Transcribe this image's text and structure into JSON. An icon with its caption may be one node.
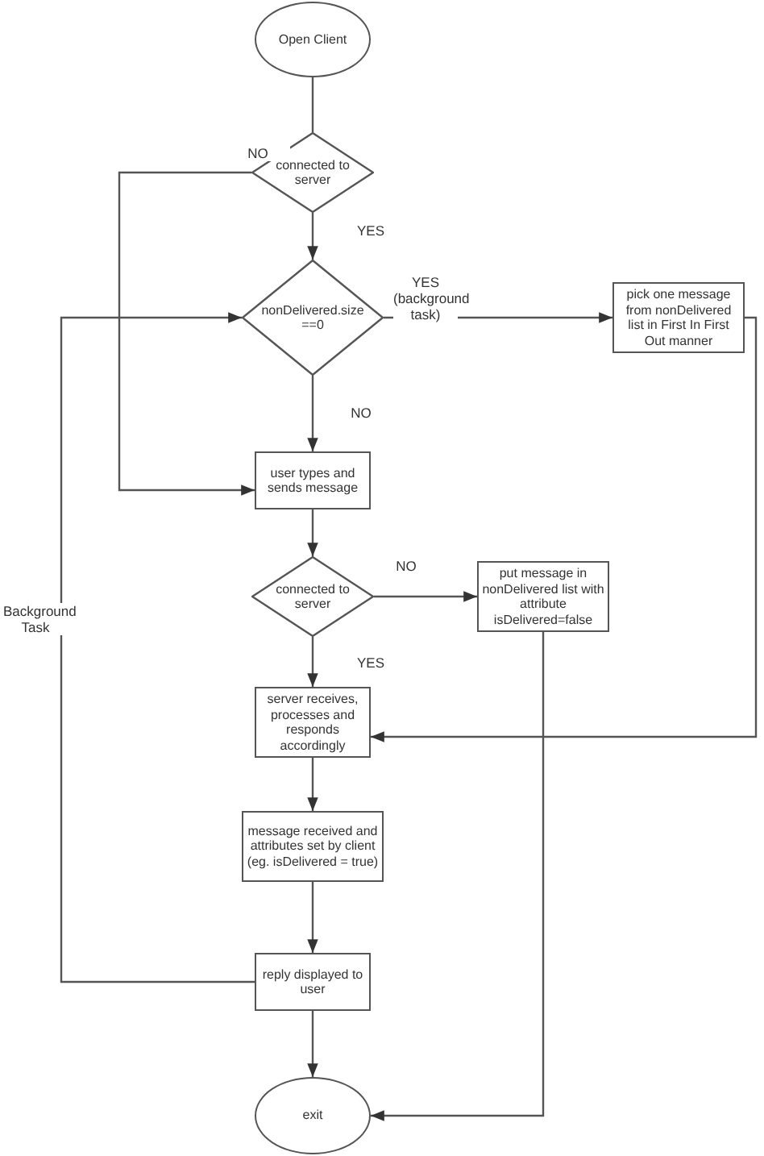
{
  "diagram": {
    "nodes": [
      {
        "text": [
          "Open Client"
        ]
      },
      {
        "text": [
          "connected to server"
        ]
      },
      {
        "text": [
          "nonDelivered.size ==0"
        ]
      },
      {
        "text": [
          "pick one message from nonDelivered list in First In First Out manner"
        ]
      },
      {
        "text": [
          "user types and sends message"
        ]
      },
      {
        "text": [
          "connected to server"
        ]
      },
      {
        "text": [
          "put message in nonDelivered list with attribute isDelivered=false"
        ]
      },
      {
        "text": [
          "server receives, processes and responds accordingly"
        ]
      },
      {
        "text": [
          "message received and attributes set by client (eg. isDelivered = true)"
        ]
      },
      {
        "text": [
          "reply displayed to user"
        ]
      },
      {
        "text": [
          "exit"
        ]
      }
    ],
    "edges": [
      {
        "from": 0,
        "to": 1,
        "arrow": "none"
      },
      {
        "from": 1,
        "to": 2,
        "arrow": "to",
        "label": "YES"
      },
      {
        "from": 1,
        "to": 4,
        "arrow": "to",
        "label": "NO"
      },
      {
        "from": 2,
        "to": 3,
        "arrow": "to",
        "label": "YES (background task)"
      },
      {
        "from": 2,
        "to": 4,
        "arrow": "to",
        "label": "NO"
      },
      {
        "from": 3,
        "to": 7,
        "arrow": "to"
      },
      {
        "from": 4,
        "to": 5,
        "arrow": "to"
      },
      {
        "from": 5,
        "to": 6,
        "arrow": "to",
        "label": "NO"
      },
      {
        "from": 5,
        "to": 7,
        "arrow": "to",
        "label": "YES"
      },
      {
        "from": 6,
        "to": 10,
        "arrow": "to"
      },
      {
        "from": 7,
        "to": 8,
        "arrow": "to"
      },
      {
        "from": 8,
        "to": 9,
        "arrow": "to"
      },
      {
        "from": 9,
        "to": 2,
        "arrow": "to",
        "label": "Background Task"
      },
      {
        "from": 9,
        "to": 10,
        "arrow": "to"
      }
    ]
  }
}
